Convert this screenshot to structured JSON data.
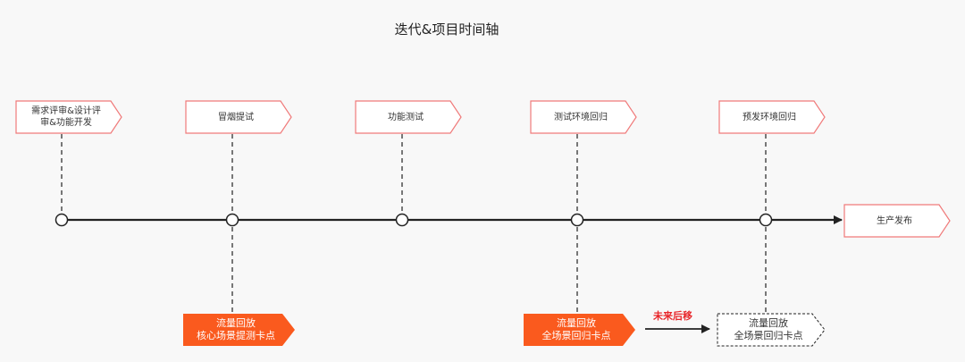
{
  "title": "迭代&项目时间轴",
  "top_stages": [
    {
      "label": "需求评审&设计评\n审&功能开发"
    },
    {
      "label": "冒烟提试"
    },
    {
      "label": "功能测试"
    },
    {
      "label": "测试环境回归"
    },
    {
      "label": "预发环境回归"
    }
  ],
  "release": {
    "label": "生产发布"
  },
  "gates": [
    {
      "label": "流量回放\n核心场景提测卡点",
      "style": "solid"
    },
    {
      "label": "流量回放\n全场景回归卡点",
      "style": "solid"
    },
    {
      "label": "流量回放\n全场景回归卡点",
      "style": "dashed"
    }
  ],
  "shift_label": "未来后移",
  "colors": {
    "stage_border": "#f07a7a",
    "gate_fill": "#fa5a1e",
    "delay_text": "#e8262a",
    "line": "#222222"
  }
}
